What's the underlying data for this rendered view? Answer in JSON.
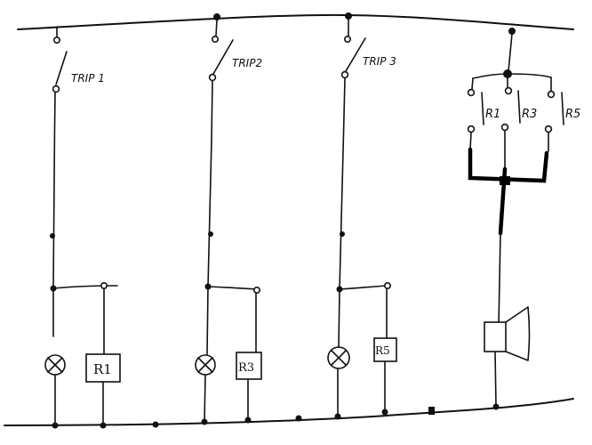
{
  "switches": {
    "trip1": "TRIP 1",
    "trip2": "TRIP2",
    "trip3": "TRIP 3"
  },
  "relays": {
    "r1": "R1",
    "r3": "R3",
    "r5": "R5"
  },
  "contacts": {
    "c1": "R1",
    "c3": "R3",
    "c5": "R5"
  }
}
